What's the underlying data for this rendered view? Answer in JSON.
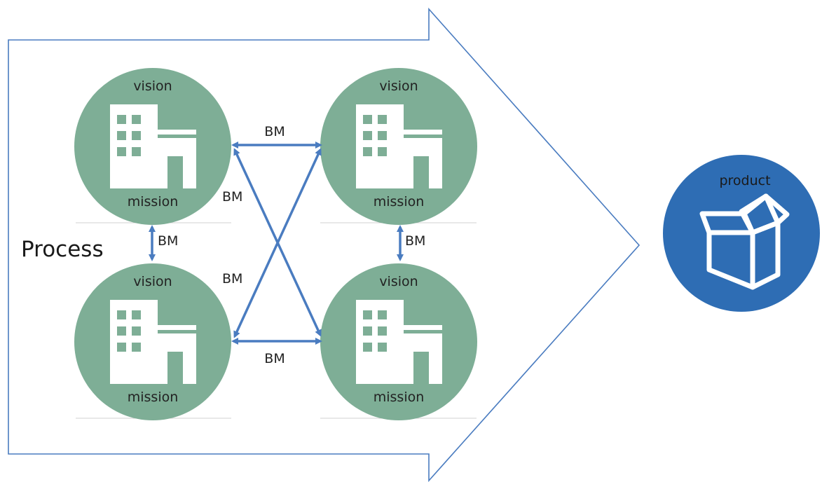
{
  "diagram": {
    "process_label": "Process",
    "product_label": "product",
    "link_label": "BM",
    "nodes": [
      {
        "id": "top-left",
        "top_label": "vision",
        "bottom_label": "mission"
      },
      {
        "id": "top-right",
        "top_label": "vision",
        "bottom_label": "mission"
      },
      {
        "id": "bottom-left",
        "top_label": "vision",
        "bottom_label": "mission"
      },
      {
        "id": "bottom-right",
        "top_label": "vision",
        "bottom_label": "mission"
      }
    ],
    "links": [
      {
        "from": "top-left",
        "to": "top-right",
        "label": "BM"
      },
      {
        "from": "bottom-left",
        "to": "bottom-right",
        "label": "BM"
      },
      {
        "from": "top-left",
        "to": "bottom-left",
        "label": "BM"
      },
      {
        "from": "top-right",
        "to": "bottom-right",
        "label": "BM"
      },
      {
        "from": "top-left",
        "to": "bottom-right",
        "label": "BM"
      },
      {
        "from": "bottom-left",
        "to": "top-right",
        "label": "BM"
      }
    ]
  },
  "colors": {
    "node_fill": "#7eae96",
    "product_fill": "#2e6db4",
    "arrow_stroke": "#4a7cc0",
    "outline_stroke": "#4a7cc0",
    "icon_fill": "#ffffff"
  },
  "icons": {
    "node_icon": "building-icon",
    "product_icon": "open-box-icon"
  }
}
